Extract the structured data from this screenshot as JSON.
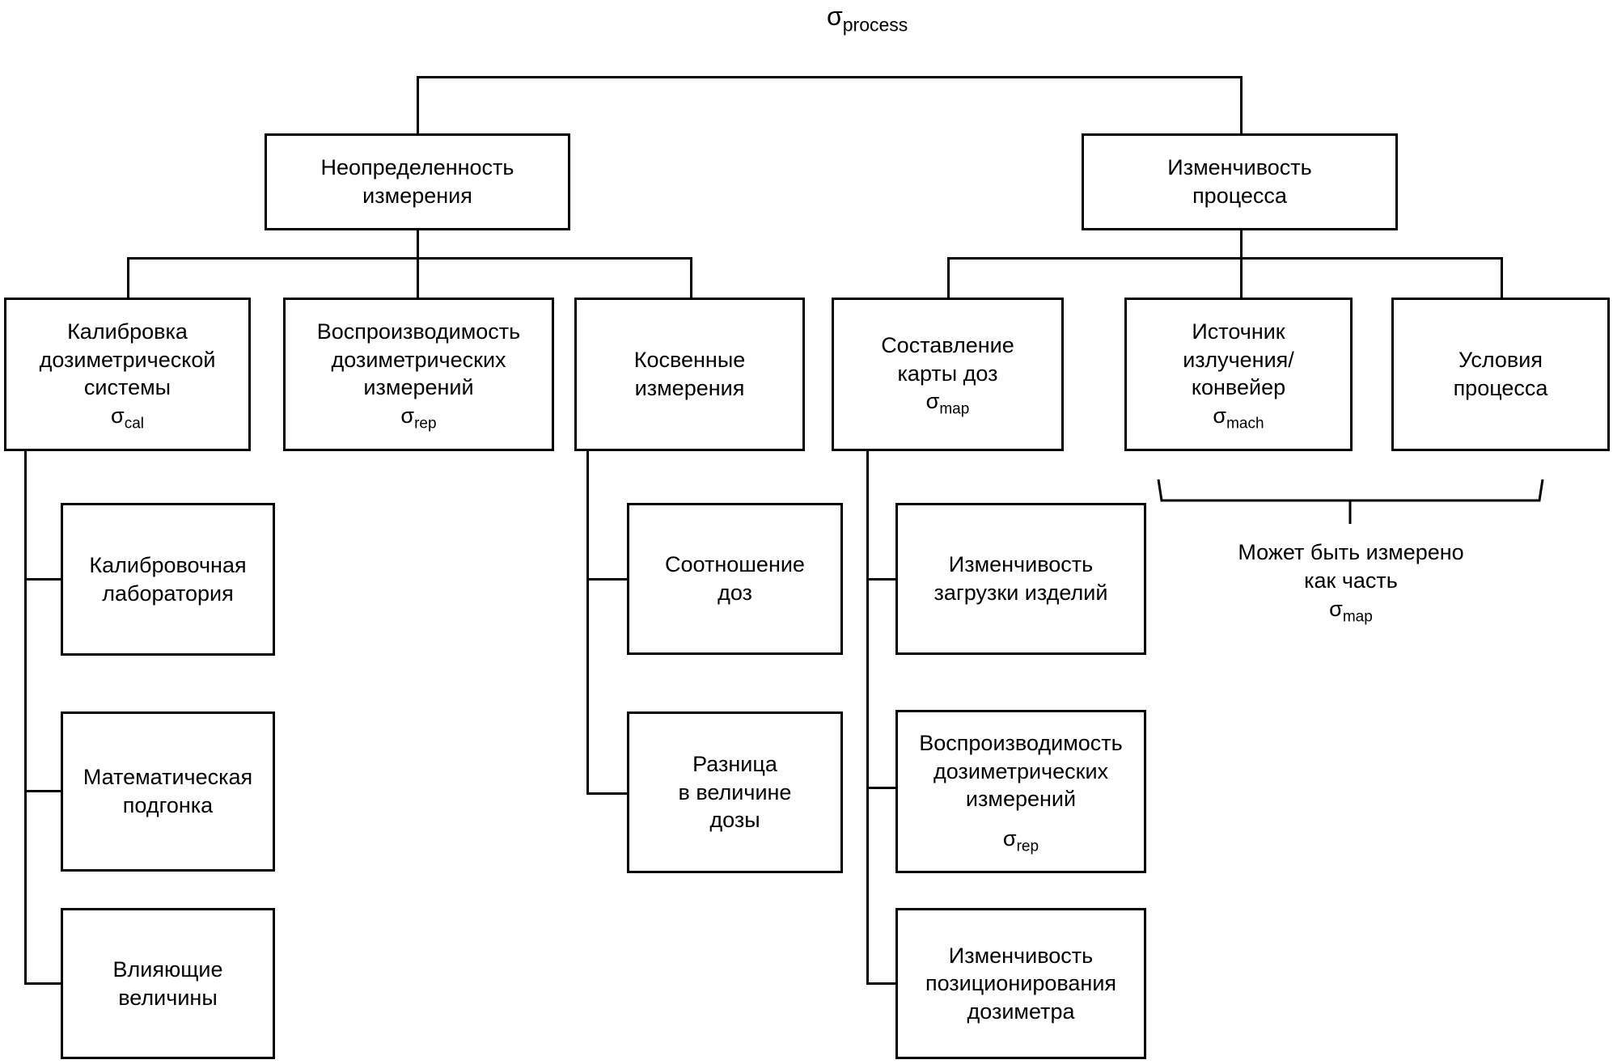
{
  "root": {
    "sigma": "σ",
    "sub": "process"
  },
  "level1": {
    "left": {
      "lines": [
        "Неопределенность",
        "измерения"
      ]
    },
    "right": {
      "lines": [
        "Изменчивость",
        "процесса"
      ]
    }
  },
  "level2": {
    "cal": {
      "lines": [
        "Калибровка",
        "дозиметрической",
        "системы"
      ],
      "sigma": "σ",
      "sub": "cal"
    },
    "rep": {
      "lines": [
        "Воспроизводимость",
        "дозиметрических",
        "измерений"
      ],
      "sigma": "σ",
      "sub": "rep"
    },
    "indirect": {
      "lines": [
        "Косвенные",
        "измерения"
      ]
    },
    "map": {
      "lines": [
        "Составление",
        "карты доз"
      ],
      "sigma": "σ",
      "sub": "map"
    },
    "mach": {
      "lines": [
        "Источник",
        "излучения/",
        "конвейер"
      ],
      "sigma": "σ",
      "sub": "mach"
    },
    "cond": {
      "lines": [
        "Условия",
        "процесса"
      ]
    }
  },
  "level3": {
    "lab": {
      "lines": [
        "Калибровочная",
        "лаборатория"
      ]
    },
    "fit": {
      "lines": [
        "Математическая",
        "подгонка"
      ]
    },
    "infl": {
      "lines": [
        "Влияющие",
        "величины"
      ]
    },
    "ratio": {
      "lines": [
        "Соотношение",
        "доз"
      ]
    },
    "diff": {
      "lines": [
        "Разница",
        "в величине",
        "дозы"
      ]
    },
    "load": {
      "lines": [
        "Изменчивость",
        "загрузки изделий"
      ]
    },
    "rep2": {
      "lines": [
        "Воспроизводимость",
        "дозиметрических",
        "измерений"
      ],
      "sigma": "σ",
      "sub": "rep"
    },
    "pos": {
      "lines": [
        "Изменчивость",
        "позиционирования",
        "дозиметра"
      ]
    }
  },
  "note": {
    "lines": [
      "Может быть измерено",
      "как часть"
    ],
    "sigma": "σ",
    "sub": "map"
  },
  "colors": {
    "line": "#000000",
    "background": "#ffffff"
  }
}
